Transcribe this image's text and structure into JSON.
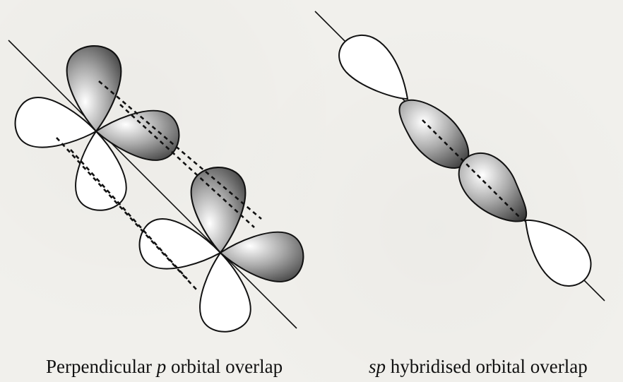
{
  "captions": {
    "left": {
      "before": "Perpendicular ",
      "italic": "p",
      "after": " orbital overlap"
    },
    "right": {
      "italic": "sp",
      "after": " hybridised orbital overlap"
    }
  },
  "colors": {
    "background": "#f1f0ec",
    "outline": "#111111",
    "shaded_light": "#ffffff",
    "shaded_dark": "#3a3a3a",
    "unshaded_fill": "#ffffff"
  }
}
